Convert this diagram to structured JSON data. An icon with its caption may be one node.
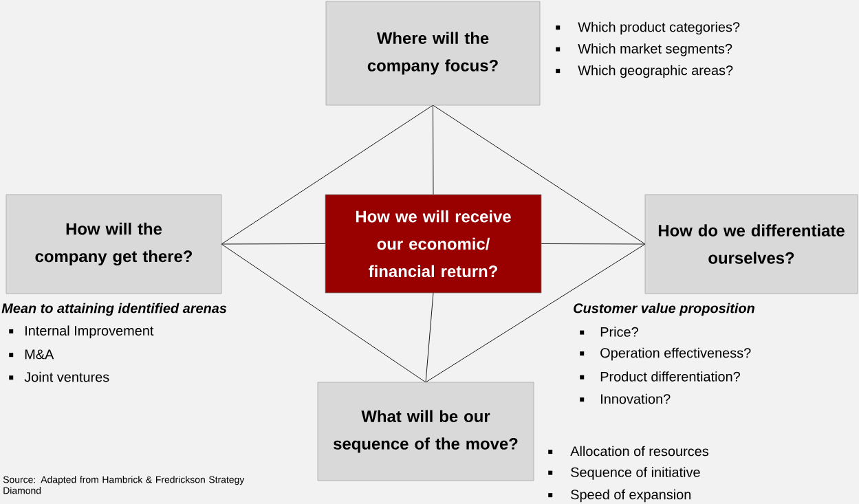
{
  "diagram": {
    "nodes": [
      {
        "text": [
          "Where will the company focus?"
        ],
        "beside": [
          "Which product categories?",
          "Which market segments?",
          "Which geographic areas?"
        ]
      },
      {
        "text": [
          "How will the company get there?"
        ],
        "beside": [
          "Mean to attaining identified arenas",
          "Internal Improvement",
          "M&A",
          "Joint ventures"
        ]
      },
      {
        "text": [
          "How we will receive our economic/ financial return?"
        ]
      },
      {
        "text": [
          "How do we differentiate ourselves?"
        ],
        "beside": [
          "Customer value proposition",
          "Price?",
          "Operation effectiveness?",
          "Product differentiation?",
          "Innovation?"
        ]
      },
      {
        "text": [
          "What will be our sequence of the move?"
        ],
        "beside": [
          "Allocation of resources",
          "Sequence of initiative",
          "Speed of expansion"
        ]
      }
    ],
    "edges": [
      {
        "from": 0,
        "to": 1,
        "arrow": "none"
      },
      {
        "from": 0,
        "to": 3,
        "arrow": "none"
      },
      {
        "from": 0,
        "to": 2,
        "arrow": "none"
      },
      {
        "from": 1,
        "to": 2,
        "arrow": "none"
      },
      {
        "from": 2,
        "to": 3,
        "arrow": "none"
      },
      {
        "from": 2,
        "to": 4,
        "arrow": "none"
      },
      {
        "from": 1,
        "to": 4,
        "arrow": "none"
      },
      {
        "from": 3,
        "to": 4,
        "arrow": "none"
      }
    ],
    "labels": [
      "Source: Adapted from Hambrick & Fredrickson Strategy Diamond"
    ]
  }
}
